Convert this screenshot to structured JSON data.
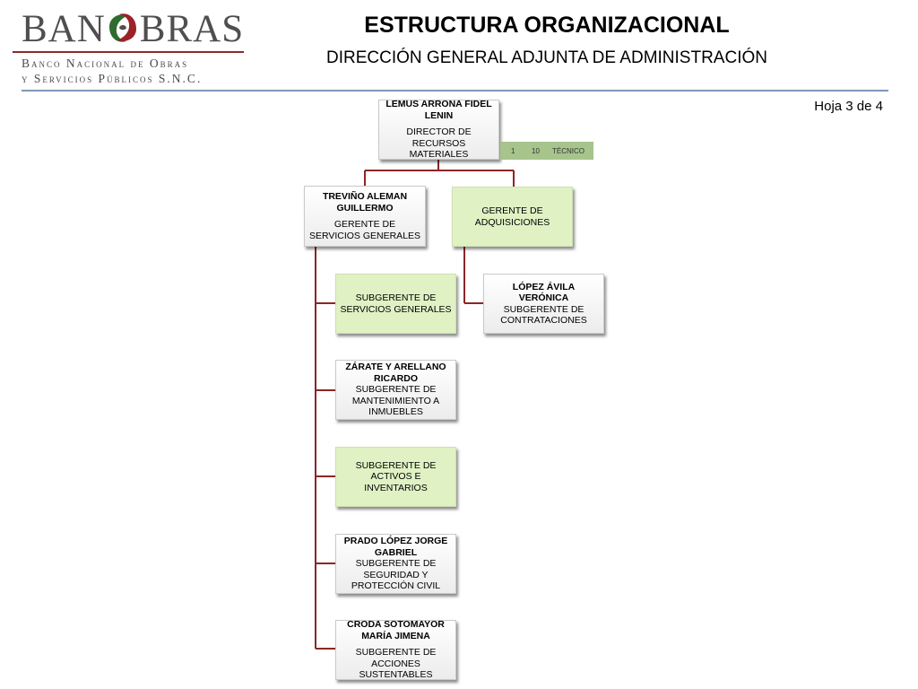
{
  "header": {
    "logo": {
      "word_pre": "BAN",
      "word_post": "BRAS",
      "line1": "Banco Nacional de Obras",
      "line2": "y Servicios Públicos S.N.C.",
      "colors": {
        "text": "#4f4f4f",
        "green": "#2e6b2f",
        "red": "#9b2226",
        "rule": "#8b2a2a"
      }
    },
    "title": "ESTRUCTURA ORGANIZACIONAL",
    "subtitle": "DIRECCIÓN GENERAL ADJUNTA DE ADMINISTRACIÓN",
    "sheet": "Hoja 3 de 4"
  },
  "org": {
    "director": {
      "name": "LEMUS ARRONA FIDEL LENIN",
      "position": "DIRECTOR DE RECURSOS MATERIALES"
    },
    "director_badge": {
      "count": "1",
      "level": "10",
      "type": "TÉCNICO"
    },
    "gerencias": [
      {
        "name": "TREVIÑO ALEMAN GUILLERMO",
        "position": "GERENTE DE SERVICIOS GENERALES"
      },
      {
        "name": "",
        "position": "GERENTE DE ADQUISICIONES"
      }
    ],
    "subgerencias_servicios": [
      {
        "name": "",
        "position": "SUBGERENTE DE SERVICIOS GENERALES"
      },
      {
        "name": "ZÁRATE Y ARELLANO RICARDO",
        "position": "SUBGERENTE DE MANTENIMIENTO A INMUEBLES"
      },
      {
        "name": "",
        "position": "SUBGERENTE DE ACTIVOS E INVENTARIOS"
      },
      {
        "name": "PRADO LÓPEZ JORGE GABRIEL",
        "position": "SUBGERENTE DE SEGURIDAD Y PROTECCIÓN CIVIL"
      },
      {
        "name": "CRODA SOTOMAYOR MARÍA JIMENA",
        "position": "SUBGERENTE DE ACCIONES SUSTENTABLES"
      }
    ],
    "subgerencias_adquisiciones": [
      {
        "name": "LÓPEZ ÁVILA VERÓNICA",
        "position": "SUBGERENTE DE CONTRATACIONES"
      }
    ],
    "colors": {
      "connector": "#8b2626",
      "vacant_box": "#e0f2c4",
      "occupied_box": "#ececec",
      "badge": "#a6c48b"
    }
  }
}
